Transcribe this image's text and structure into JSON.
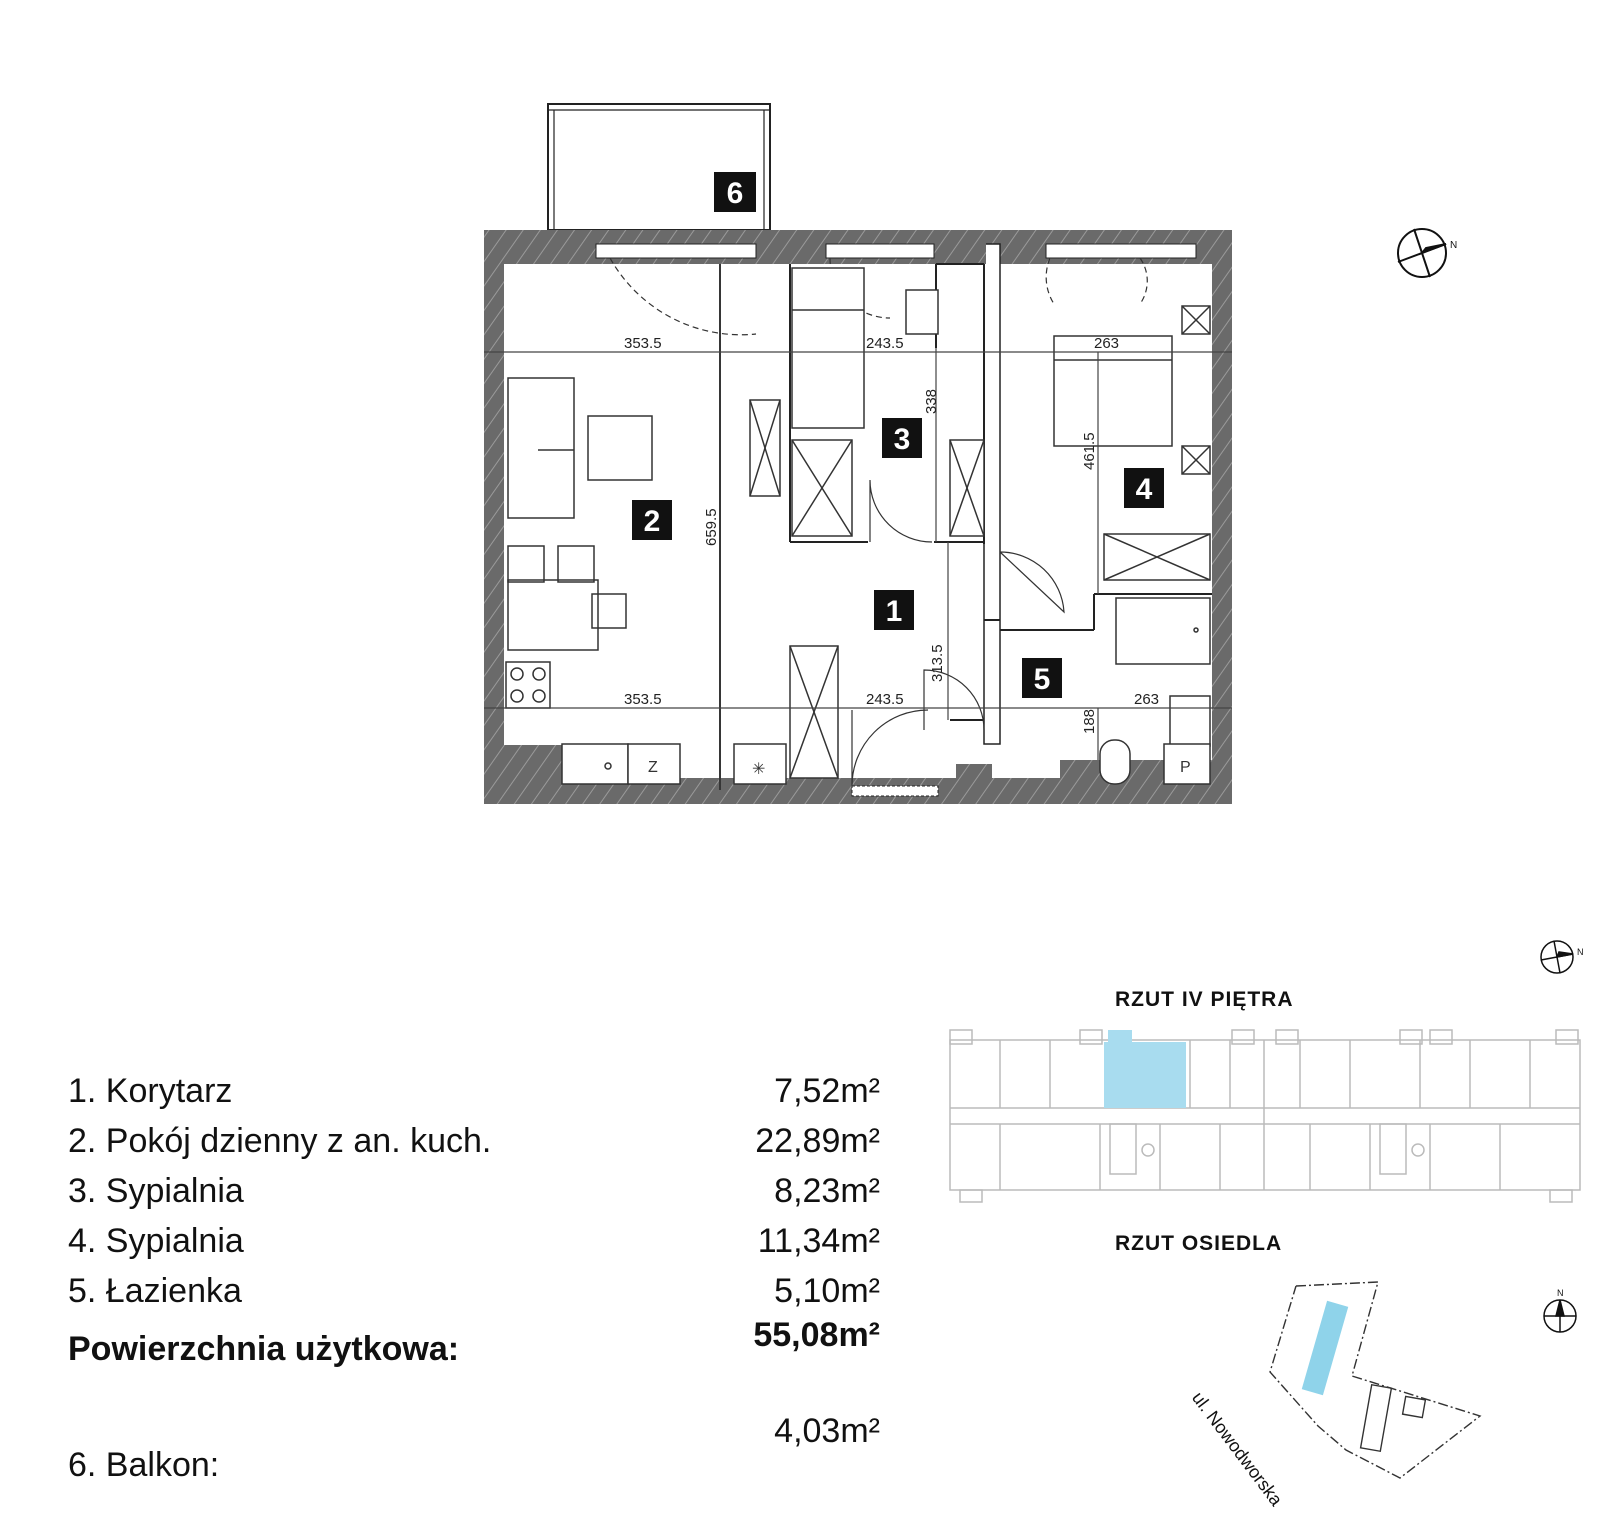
{
  "rooms": [
    {
      "label": "1. Korytarz",
      "area": "7,52m²"
    },
    {
      "label": "2. Pokój dzienny z an. kuch.",
      "area": "22,89m²"
    },
    {
      "label": "3. Sypialnia",
      "area": "8,23m²"
    },
    {
      "label": "4. Sypialnia",
      "area": "11,34m²"
    },
    {
      "label": "5. Łazienka",
      "area": "5,10m²"
    }
  ],
  "total": {
    "label": "Powierzchnia użytkowa:",
    "area": "55,08m²"
  },
  "balcony": {
    "label": "6. Balkon:",
    "area": "4,03m²"
  },
  "room_numbers": [
    "1",
    "2",
    "3",
    "4",
    "5",
    "6"
  ],
  "dimensions": {
    "top_left": "353.5",
    "top_mid": "243.5",
    "top_right": "263",
    "bottom_left": "353.5",
    "bottom_mid": "243.5",
    "bottom_right": "263",
    "height_left": "659.5",
    "height_room3": "338",
    "height_room4": "461.5",
    "height_hall": "313.5",
    "height_bath": "188"
  },
  "appliance_labels": {
    "fridge": "Z",
    "washer": "P"
  },
  "captions": {
    "floor_plan": "RZUT IV PIĘTRA",
    "site_plan": "RZUT OSIEDLA",
    "street": "ul. Nowodworska"
  },
  "north_label": "N",
  "colors": {
    "highlight": "#a8dcef",
    "site_highlight": "#8fd3ea",
    "wall": "#555555",
    "ink": "#111111"
  }
}
